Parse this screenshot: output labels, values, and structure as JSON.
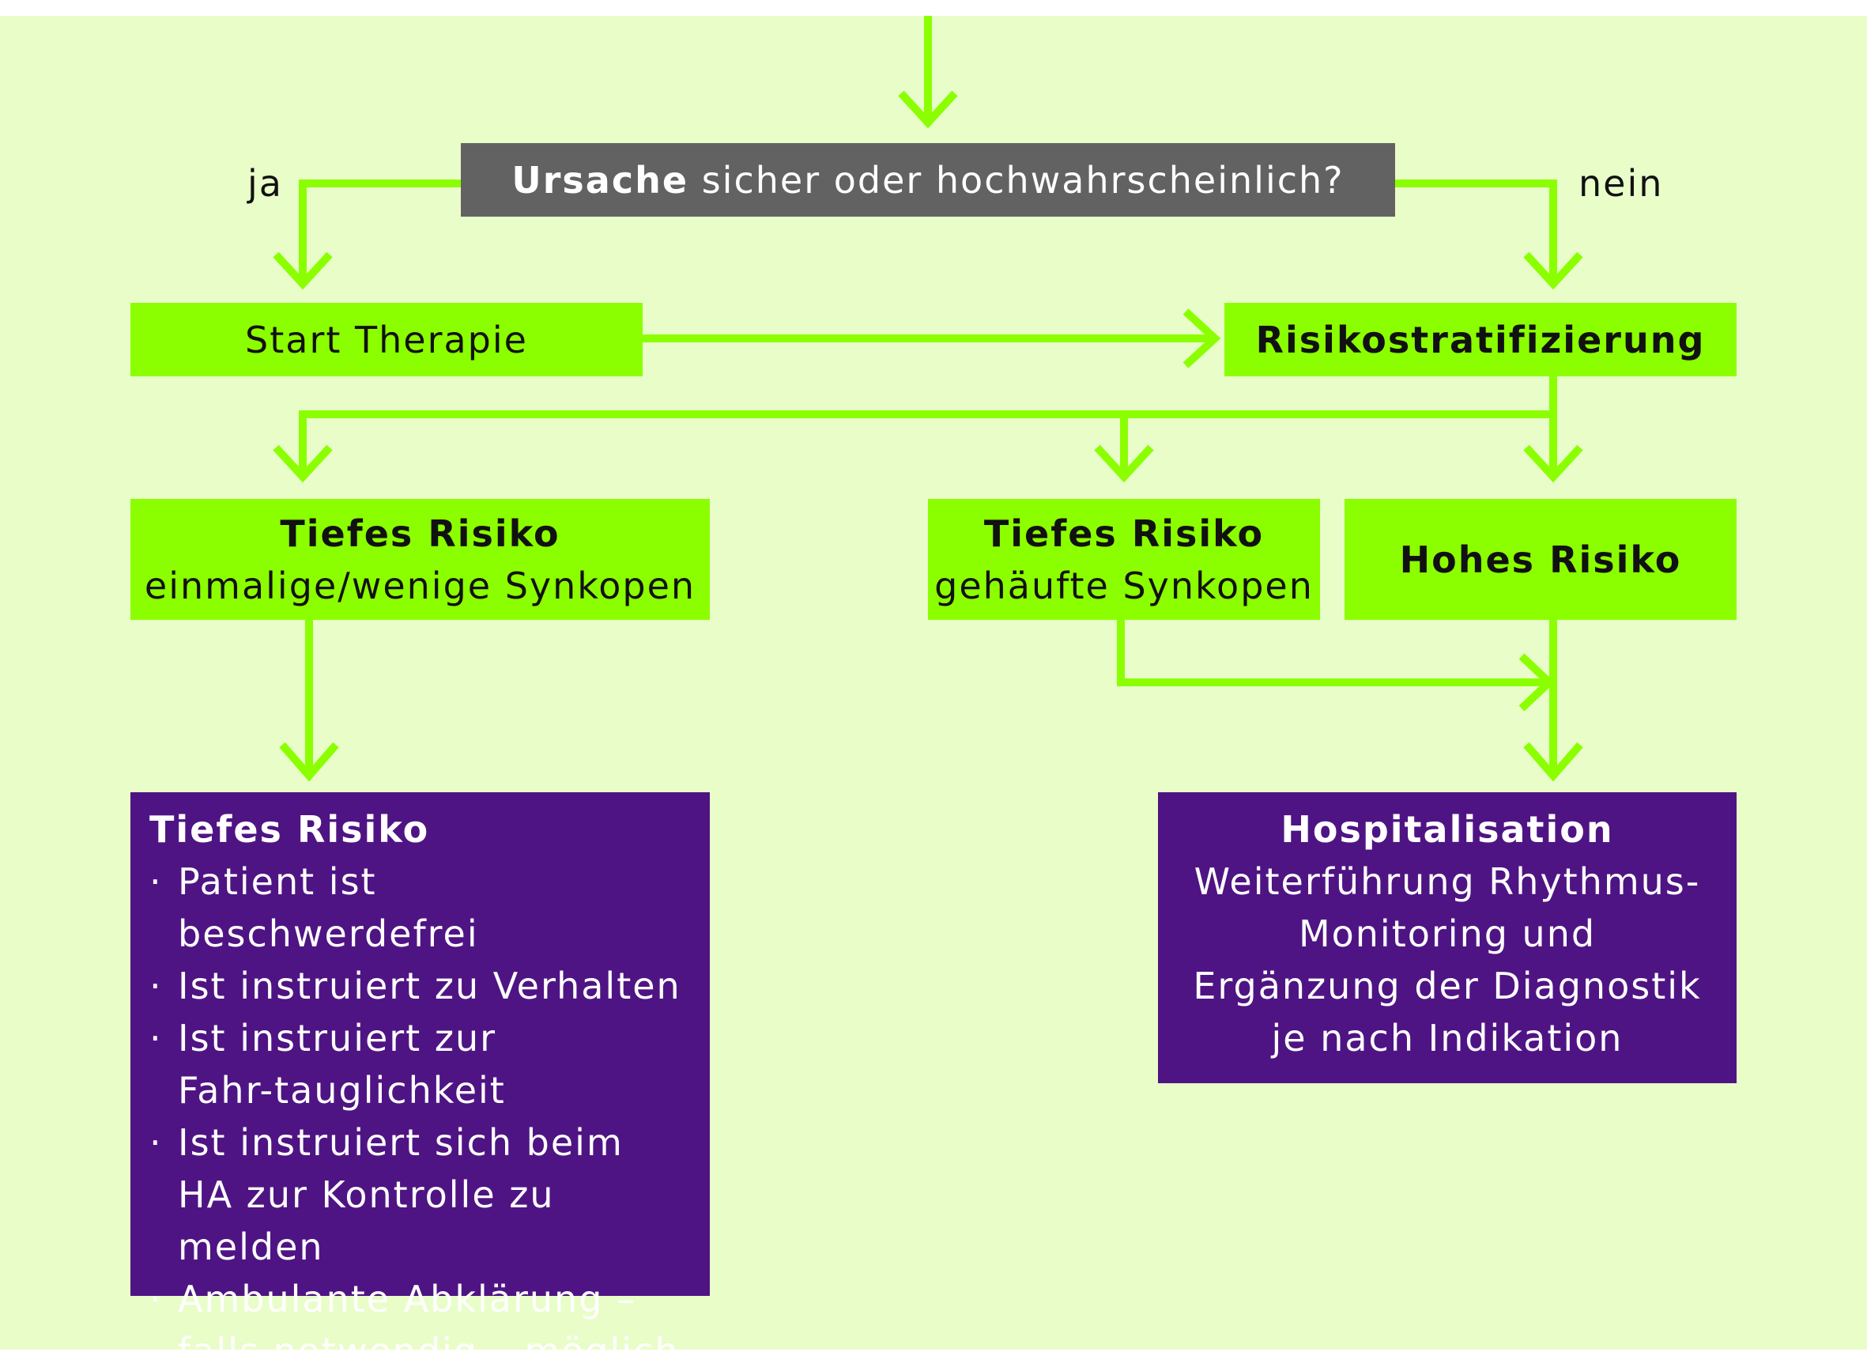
{
  "colors": {
    "background": "#e9fdc9",
    "green_box": "#8bff00",
    "arrow": "#8bff00",
    "question_box": "#626262",
    "purple_box": "#4f1484"
  },
  "nodes": {
    "question": {
      "bold": "Ursache",
      "text": " sicher oder hochwahrscheinlich?"
    },
    "start_therapy": {
      "text": "Start Therapie"
    },
    "risk_stratification": {
      "text": "Risikostratifizierung"
    },
    "low_risk_single": {
      "title": "Tiefes Risiko",
      "subtitle": "einmalige/wenige Synkopen"
    },
    "low_risk_frequent": {
      "title": "Tiefes Risiko",
      "subtitle": "gehäufte Synkopen"
    },
    "high_risk": {
      "title": "Hohes Risiko"
    },
    "low_risk_detail": {
      "title": "Tiefes Risiko",
      "bullet": "·",
      "items": [
        "Patient ist beschwerdefrei",
        "Ist instruiert zu Verhalten",
        "Ist instruiert zur Fahr-tauglichkeit",
        "Ist instruiert sich beim HA zur Kontrolle zu melden",
        "Ambulante Abklärung – falls notwendig – möglich"
      ]
    },
    "hospitalisation": {
      "title": "Hospitalisation",
      "text": "Weiterführung Rhythmus-Monitoring und Ergänzung der Diagnostik je nach Indikation"
    }
  },
  "edge_labels": {
    "yes": "ja",
    "no": "nein"
  }
}
